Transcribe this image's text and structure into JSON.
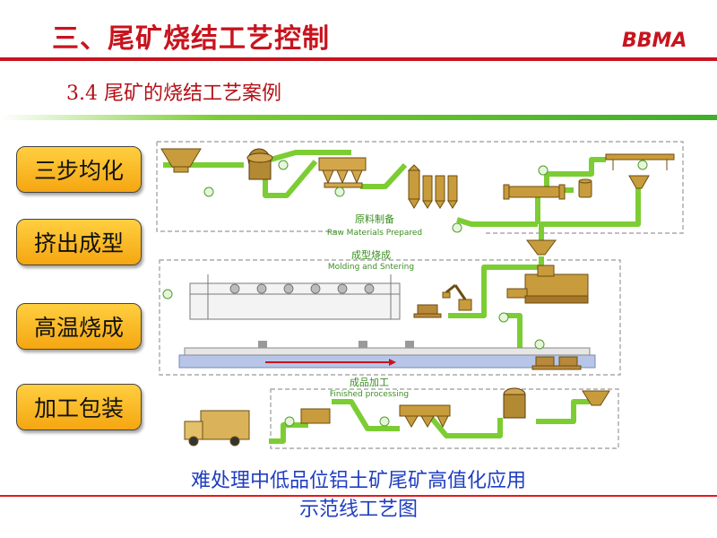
{
  "header": {
    "title": "三、尾矿烧结工艺控制",
    "logo_text": "BBMA",
    "subtitle": "3.4 尾矿的烧结工艺案例"
  },
  "steps": [
    {
      "label": "三步均化"
    },
    {
      "label": "挤出成型"
    },
    {
      "label": "高温烧成"
    },
    {
      "label": "加工包装"
    }
  ],
  "diagram": {
    "sections": [
      {
        "title": "原料制备",
        "subtitle": "Raw Materials Prepared"
      },
      {
        "title": "成型烧成",
        "subtitle": "Molding and Sntering"
      },
      {
        "title": "成品加工",
        "subtitle": "Finished processing"
      }
    ],
    "colors": {
      "pipe": "#7ccd33",
      "equipment": "#c89c3c",
      "section_border": "#999999",
      "accent": "#c8141e"
    }
  },
  "caption": {
    "line1": "难处理中低品位铝土矿尾矿高值化应用",
    "line2": "示范线工艺图"
  }
}
